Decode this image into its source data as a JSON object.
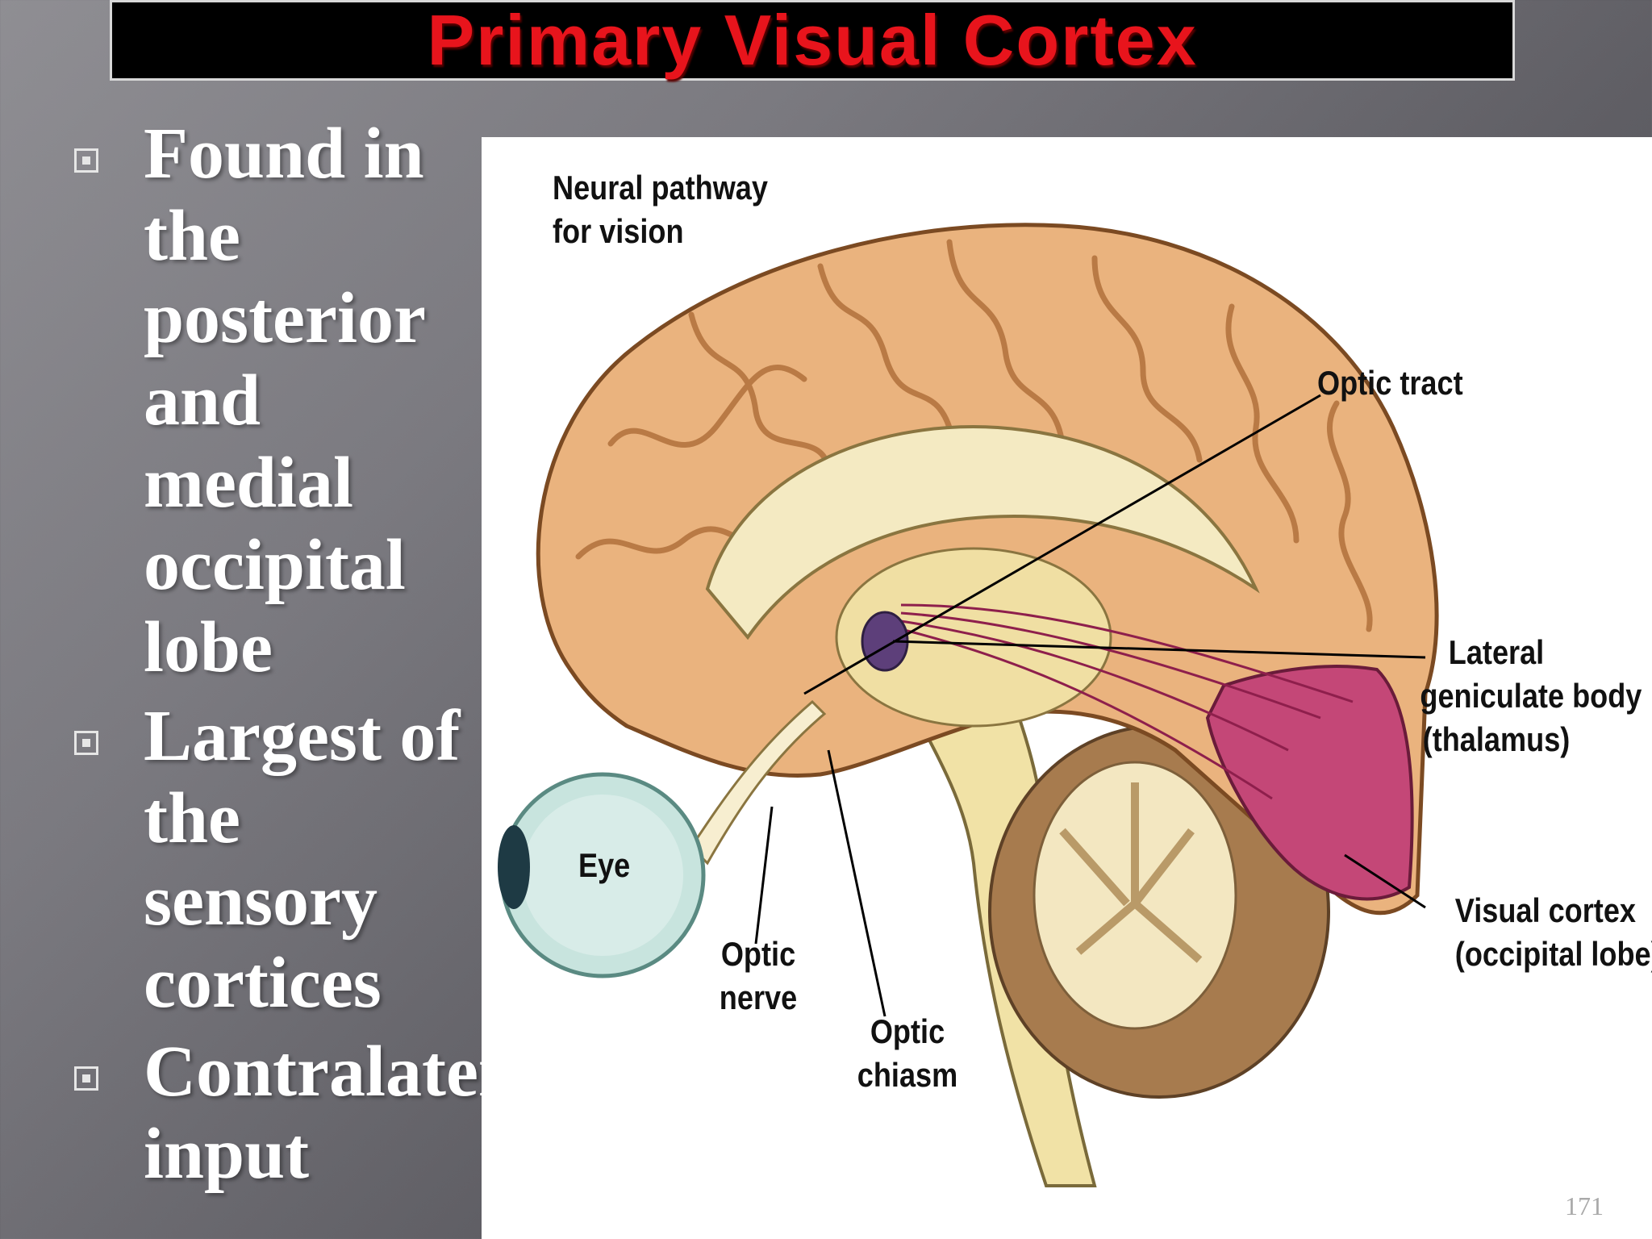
{
  "slide": {
    "title": "Primary Visual Cortex",
    "bullets": [
      "Found in the posterior and medial occipital lobe",
      "Largest of the sensory cortices",
      "Contralateral input"
    ],
    "page_number": "171"
  },
  "figure": {
    "caption": "Neural pathway\nfor vision",
    "labels": {
      "optic_tract": "Optic tract",
      "lateral_geniculate": "Lateral\ngeniculate body\n(thalamus)",
      "visual_cortex": "Visual cortex\n(occipital lobe)",
      "eye": "Eye",
      "optic_nerve": "Optic\nnerve",
      "optic_chiasm": "Optic\nchiasm"
    }
  },
  "colors": {
    "title_text": "#e8141c",
    "title_background": "#000000",
    "bullet_text": "#ffffff"
  }
}
